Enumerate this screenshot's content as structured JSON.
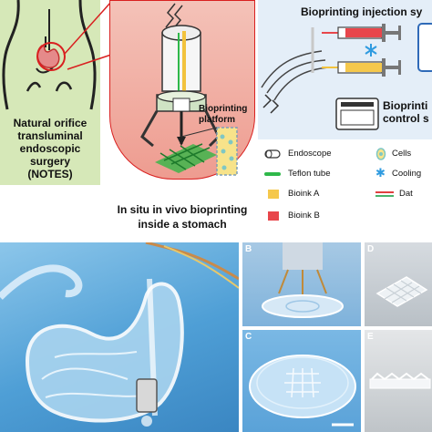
{
  "panel_a": {
    "notes_lines": [
      "Natural orifice",
      "transluminal",
      "endoscopic surgery",
      "(NOTES)"
    ],
    "platform_lines": [
      "Bioprinting",
      "platform"
    ],
    "caption_lines": [
      "In situ in vivo bioprinting",
      "inside a stomach"
    ],
    "injection_title": "Bioprinting injection sy",
    "control_lines": [
      "Bioprinti",
      "control s"
    ]
  },
  "legend": {
    "items": [
      {
        "label": "Endoscope"
      },
      {
        "label": "Teflon tube"
      },
      {
        "label": "Bioink A"
      },
      {
        "label": "Bioink B"
      },
      {
        "label": "Cells"
      },
      {
        "label": "Cooling"
      },
      {
        "label": "Dat"
      }
    ],
    "colors": {
      "teflon": "#2fb84a",
      "bioink_a": "#f5c84c",
      "bioink_b": "#e8464b",
      "cells": "#7fc7c4",
      "cooling": "#2f9be0",
      "data_red": "#e04040",
      "data_green": "#49b36b"
    }
  },
  "photo_panels": [
    "B",
    "C",
    "D",
    "E"
  ],
  "colors": {
    "green_panel": "#d6e8b8",
    "stomach_panel": "#f2b0a8",
    "blue_panel": "#e4eef8",
    "photo_blue": "#5aa8d8",
    "accent_red": "#d92020"
  }
}
